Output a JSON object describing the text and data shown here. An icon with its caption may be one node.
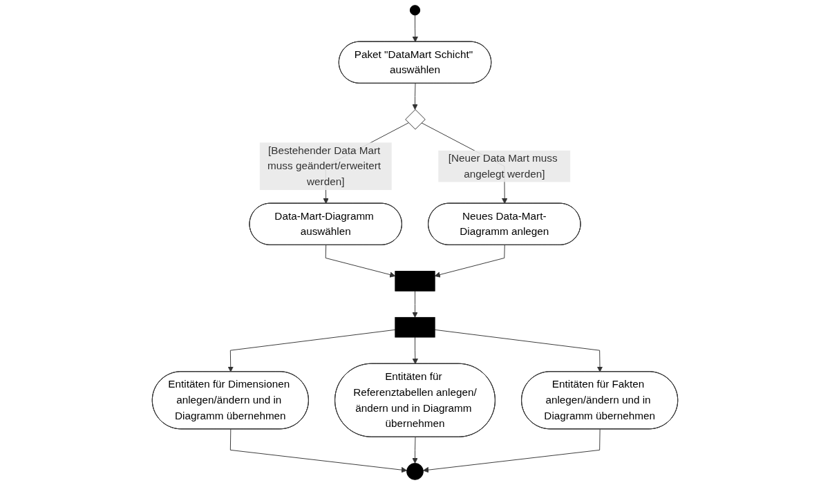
{
  "diagram": {
    "nodes": [
      {
        "text": [],
        "shape": "circle"
      },
      {
        "text": [
          "Paket \"DataMart Schicht\" auswählen"
        ]
      },
      {
        "text": [],
        "shape": "diamond"
      },
      {
        "text": [
          "Data-Mart-Diagramm auswählen"
        ]
      },
      {
        "text": [
          "Neues Data-Mart-Diagramm anlegen"
        ]
      },
      {
        "text": [],
        "shape": "bar"
      },
      {
        "text": [],
        "shape": "bar"
      },
      {
        "text": [
          "Entitäten für Dimensionen anlegen/ändern und in Diagramm übernehmen"
        ]
      },
      {
        "text": [
          "Entitäten für Fakten anlegen/ändern und in Diagramm übernehmen"
        ]
      },
      {
        "text": [
          "Entitäten für Referenztabellen anlegen/ändern und in Diagramm übernehmen"
        ]
      },
      {
        "text": [],
        "shape": "circle"
      }
    ],
    "edges": [
      {
        "from": 0,
        "to": 1,
        "arrow": "to"
      },
      {
        "from": 1,
        "to": 2,
        "arrow": "to"
      },
      {
        "from": 2,
        "to": 3,
        "arrow": "to",
        "label": "[Bestehender Data Mart muss geändert/erweitert werden]"
      },
      {
        "from": 2,
        "to": 4,
        "arrow": "to",
        "label": "[Neuer Data Mart muss angelegt werden]"
      },
      {
        "from": 3,
        "to": 5,
        "arrow": "to"
      },
      {
        "from": 4,
        "to": 5,
        "arrow": "to"
      },
      {
        "from": 5,
        "to": 6,
        "arrow": "to"
      },
      {
        "from": 6,
        "to": 7,
        "arrow": "to"
      },
      {
        "from": 6,
        "to": 9,
        "arrow": "to"
      },
      {
        "from": 6,
        "to": 8,
        "arrow": "to"
      },
      {
        "from": 7,
        "to": 10,
        "arrow": "to"
      },
      {
        "from": 9,
        "to": 10,
        "arrow": "to"
      },
      {
        "from": 8,
        "to": 10,
        "arrow": "to"
      }
    ]
  }
}
